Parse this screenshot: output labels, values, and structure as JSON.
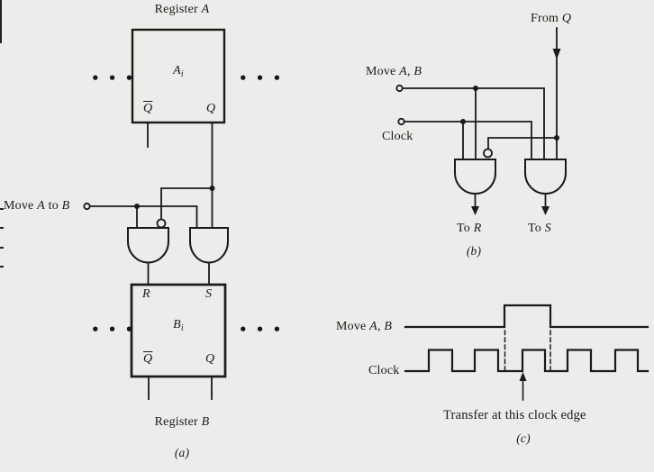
{
  "colors": {
    "background": "#edecea",
    "ink": "#1b1a18"
  },
  "panel_a": {
    "title_top": {
      "t1": "Register ",
      "t2": "A"
    },
    "cell_a": {
      "base": "A",
      "sub": "i"
    },
    "a_qbar": "Q",
    "a_q": "Q",
    "move_label": {
      "t1": "Move ",
      "t2": "A",
      "t3": " to ",
      "t4": "B"
    },
    "r": "R",
    "s": "S",
    "cell_b": {
      "base": "B",
      "sub": "i"
    },
    "b_qbar": "Q",
    "b_q": "Q",
    "title_bottom": {
      "t1": "Register ",
      "t2": "B"
    },
    "ellipsis": "• • •",
    "caption": "(a)"
  },
  "panel_b": {
    "from_q": {
      "t1": "From ",
      "t2": "Q"
    },
    "move_label": {
      "t1": "Move ",
      "t2": "A",
      "t3": ", ",
      "t4": "B"
    },
    "clock": "Clock",
    "to_r": {
      "t1": "To ",
      "t2": "R"
    },
    "to_s": {
      "t1": "To ",
      "t2": "S"
    },
    "caption": "(b)"
  },
  "panel_c": {
    "move_label": {
      "t1": "Move ",
      "t2": "A",
      "t3": ", ",
      "t4": "B"
    },
    "clock": "Clock",
    "annotation": "Transfer at this clock edge",
    "caption": "(c)"
  }
}
